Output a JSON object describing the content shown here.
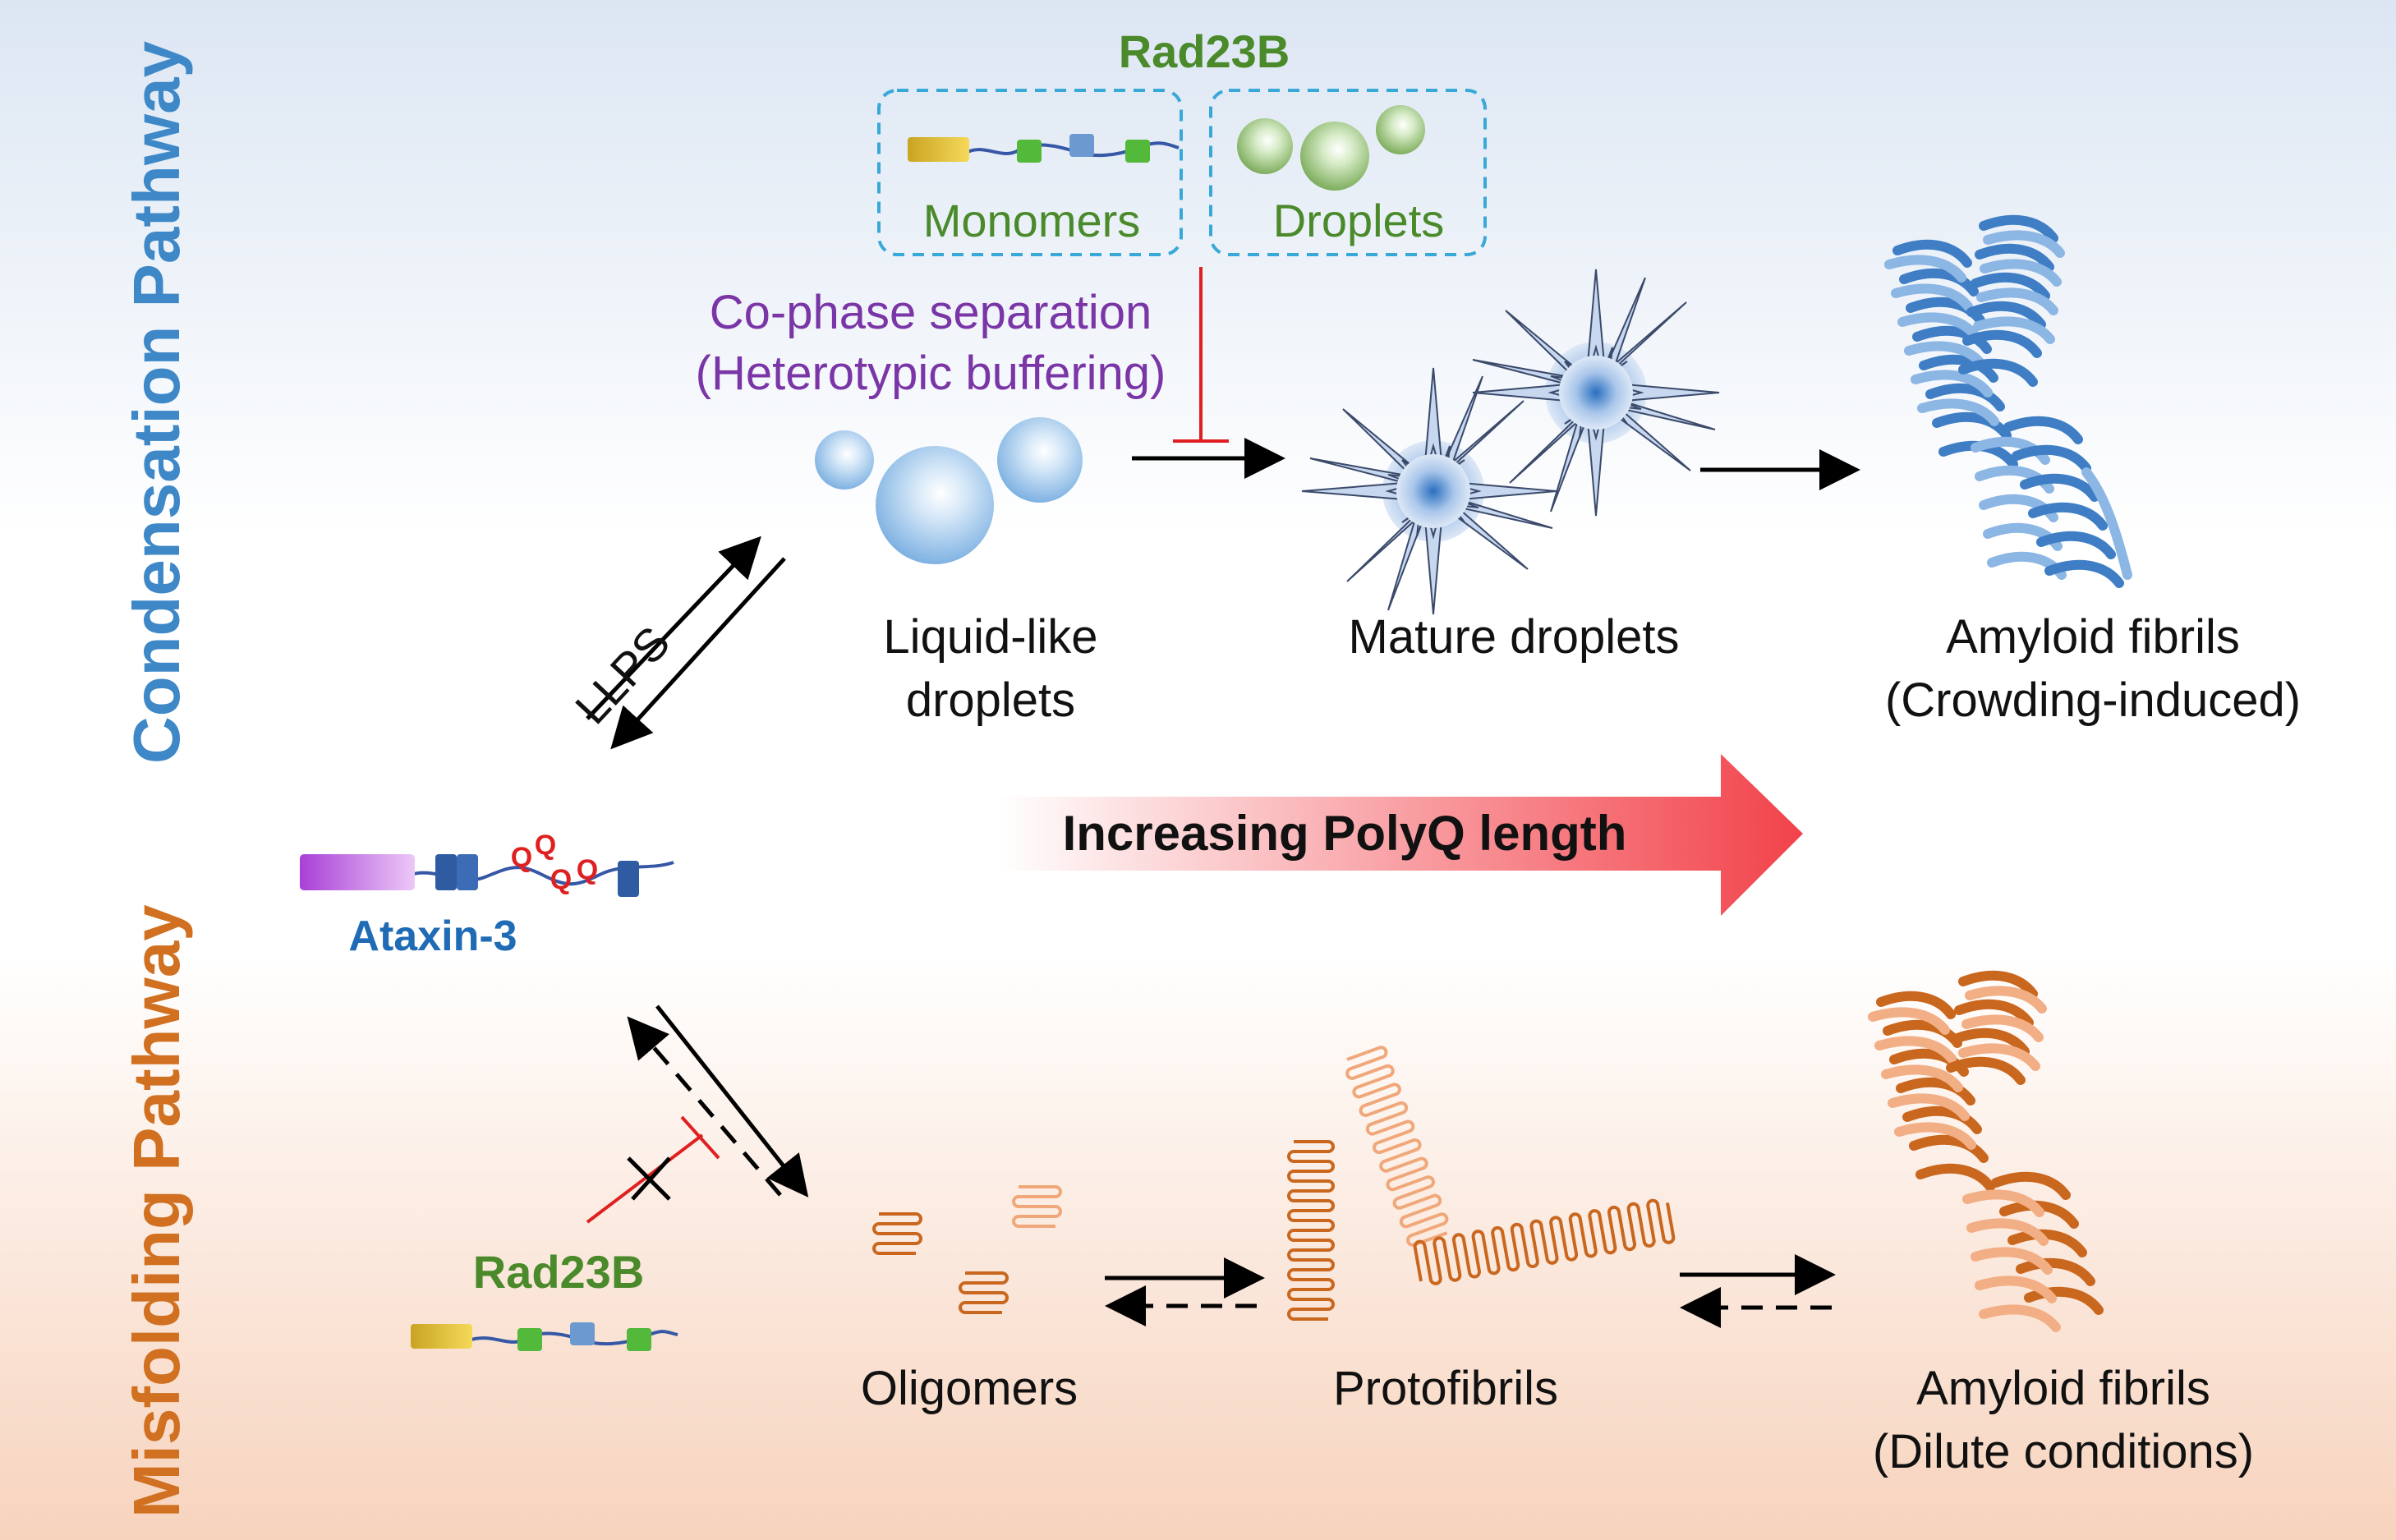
{
  "sidebar": {
    "condensation_pathway": "Condensation Pathway",
    "misfolding_pathway": "Misfolding Pathway"
  },
  "rad23b_top": {
    "title": "Rad23B",
    "monomers": "Monomers",
    "droplets": "Droplets"
  },
  "co_phase": {
    "line1": "Co-phase separation",
    "line2": "(Heterotypic buffering)"
  },
  "llps": "LLPS",
  "condensation": {
    "liquid_line1": "Liquid-like",
    "liquid_line2": "droplets",
    "mature": "Mature droplets",
    "amyloid_line1": "Amyloid fibrils",
    "amyloid_line2": "(Crowding-induced)"
  },
  "ataxin": {
    "name": "Ataxin-3",
    "q": "Q"
  },
  "polyq_arrow": "Increasing PolyQ length",
  "misfolding": {
    "rad23b": "Rad23B",
    "oligomers": "Oligomers",
    "protofibrils": "Protofibrils",
    "amyloid_line1": "Amyloid fibrils",
    "amyloid_line2": "(Dilute conditions)"
  },
  "colors": {
    "condensation_blue": "#3e88c8",
    "misfolding_orange": "#d07020",
    "rad23b_green": "#4a8a2a",
    "inhibit_red": "#e02020",
    "co_phase_purple": "#7a35a6"
  }
}
